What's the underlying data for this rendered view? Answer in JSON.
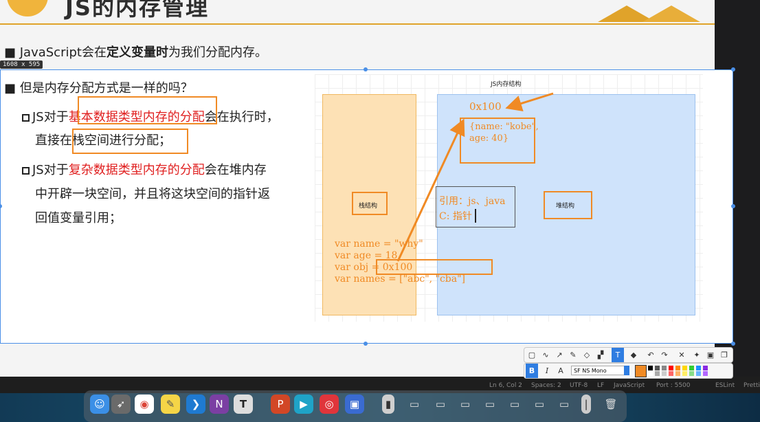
{
  "slide": {
    "title": "JS的内存管理",
    "bullet1_pre": "JavaScript会在",
    "bullet1_bold": "定义变量时",
    "bullet1_post": "为我们分配内存。",
    "bullet2": "但是内存分配方式是一样的吗？",
    "sub1_pre": "JS对于",
    "sub1_red": "基本数据类型内存的分配",
    "sub1_post": "会在执行时，",
    "sub1_line2": "直接在栈空间进行分配；",
    "sub2_pre": "JS对于",
    "sub2_red": "复杂数据类型内存的分配",
    "sub2_post": "会在堆内存",
    "sub2_line2": "中开辟一块空间，并且将这块空间的指针返",
    "sub2_line3": "回值变量引用；"
  },
  "size_badge": "1608 x 595",
  "diagram": {
    "title": "JS内存结构",
    "stack_label": "栈结构",
    "heap_label": "堆结构",
    "address": "0x100",
    "object_line1": "{name: \"kobe\",",
    "object_line2": "age: 40}",
    "ref_line1": "引用：js、java",
    "ref_line2": "C: 指针",
    "code": [
      "var name = \"why\"",
      "var age = 18",
      "var obj = 0x100",
      "var names = [\"abc\", \"cba\"]"
    ]
  },
  "status_bar": [
    "Ln 6, Col 2",
    "Spaces: 2",
    "UTF-8",
    "LF",
    "JavaScript",
    "Port : 5500",
    "ESLint",
    "Prettier"
  ],
  "toolbar": {
    "font_name": "SF NS Mono",
    "bold_label": "B",
    "italic_label": "I",
    "active_color": "#f08a24",
    "palette": [
      "#000000",
      "#555555",
      "#888888",
      "#ff0000",
      "#ff8c00",
      "#ffd700",
      "#32cd32",
      "#1e90ff",
      "#8a2be2",
      "#ffffff",
      "#aaaaaa",
      "#cccccc",
      "#ff6666",
      "#ffb366",
      "#ffee66",
      "#88dd88",
      "#66b3ff",
      "#b366ff"
    ]
  },
  "dock_icons": [
    "finder-icon",
    "launchpad-icon",
    "chrome-icon",
    "notes-icon",
    "vscode-icon",
    "onenote-icon",
    "typora-icon",
    "powerpoint-icon",
    "player-icon",
    "netease-music-icon",
    "video-icon"
  ],
  "colors": {
    "accent": "#f08a24",
    "red": "#e02020",
    "selection": "#4a8fe7"
  }
}
